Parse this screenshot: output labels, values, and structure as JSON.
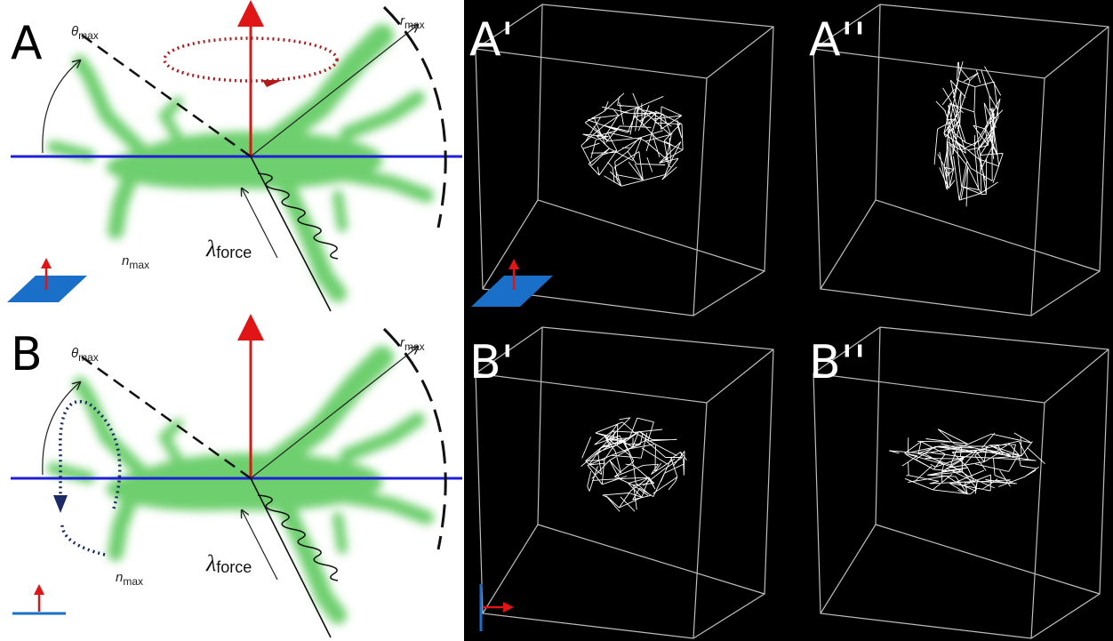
{
  "panels": {
    "A": {
      "label": "A"
    },
    "A1": {
      "label": "A'"
    },
    "A2": {
      "label": "A''"
    },
    "B": {
      "label": "B"
    },
    "B1": {
      "label": "B'"
    },
    "B2": {
      "label": "B''"
    }
  },
  "annotations": {
    "theta": "θ",
    "theta_sub": "max",
    "r": "r",
    "r_sub": "max",
    "n": "n",
    "n_sub": "max",
    "lambda": "λ",
    "lambda_sub": "force"
  },
  "colors": {
    "cell": "#35b535",
    "plane": "#1f1fd6",
    "normal": "#e01515",
    "rotation_A": "#b01a1a",
    "rotation_B": "#1a2a66",
    "icon_blue": "#1a6fc9",
    "dark_bg": "#000000",
    "wire": "#ffffff"
  },
  "icons": {
    "A": "horizontal-plane-with-normal-icon",
    "B": "edge-on-plane-with-normal-icon"
  }
}
